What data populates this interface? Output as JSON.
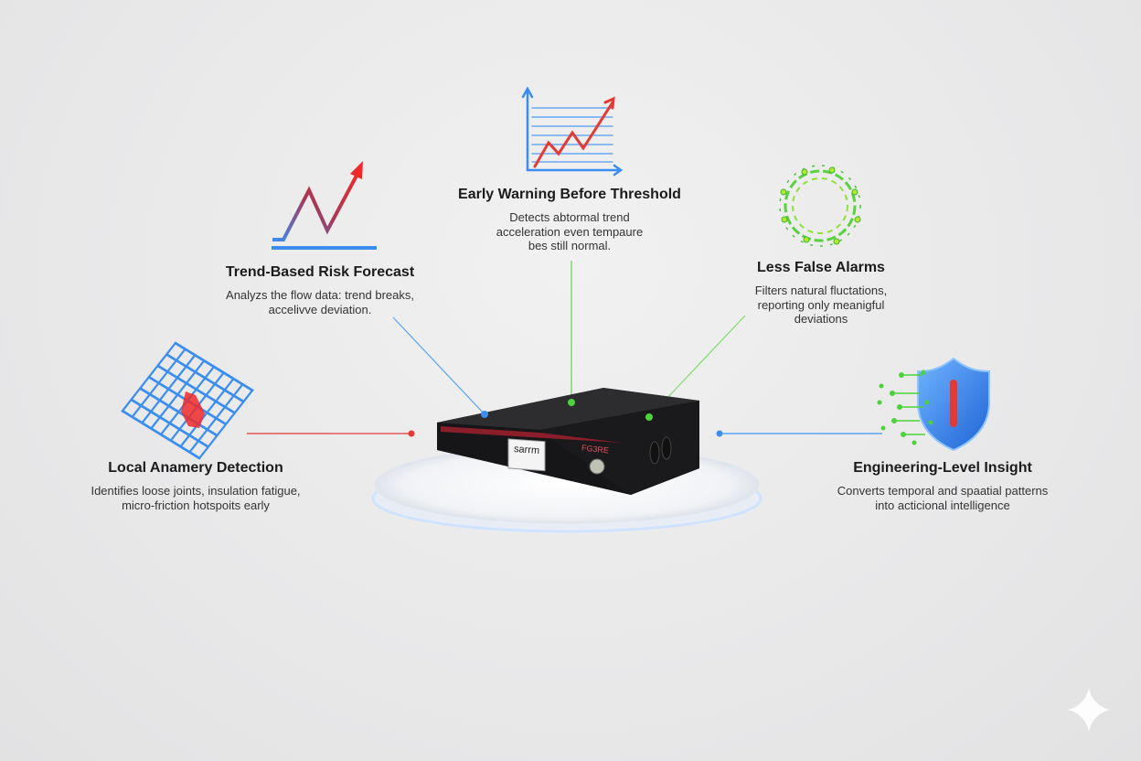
{
  "features": [
    {
      "title": "Early Warning Before Threshold",
      "lines": [
        "Detects abtormal trend",
        "acceleration even tempaure",
        "bes still normal."
      ],
      "icon": "line-chart-icon"
    },
    {
      "title": "Trend-Based Risk Forecast",
      "lines": [
        "Analyzs the flow data: trend breaks,",
        "accelivve deviation."
      ],
      "icon": "trend-arrow-icon"
    },
    {
      "title": "Less False Alarms",
      "lines": [
        "Filters natural fluctations,",
        "reporting only meanigful",
        "deviations"
      ],
      "icon": "circuit-ring-icon"
    },
    {
      "title": "Local Anamery Detection",
      "lines": [
        "Identifies loose joints, insulation fatigue,",
        "micro-friction hotspoits early"
      ],
      "icon": "heatmap-grid-icon"
    },
    {
      "title": "Engineering-Level Insight",
      "lines": [
        "Converts temporal and spaatial patterns",
        "into acticional intelligence"
      ],
      "icon": "shield-icon"
    }
  ],
  "device": {
    "brand": "sarrm",
    "model": "FG3RE"
  },
  "colors": {
    "blue": "#3b8ef0",
    "red": "#e53935",
    "green": "#4cd23a",
    "device": "#1e1e20"
  }
}
